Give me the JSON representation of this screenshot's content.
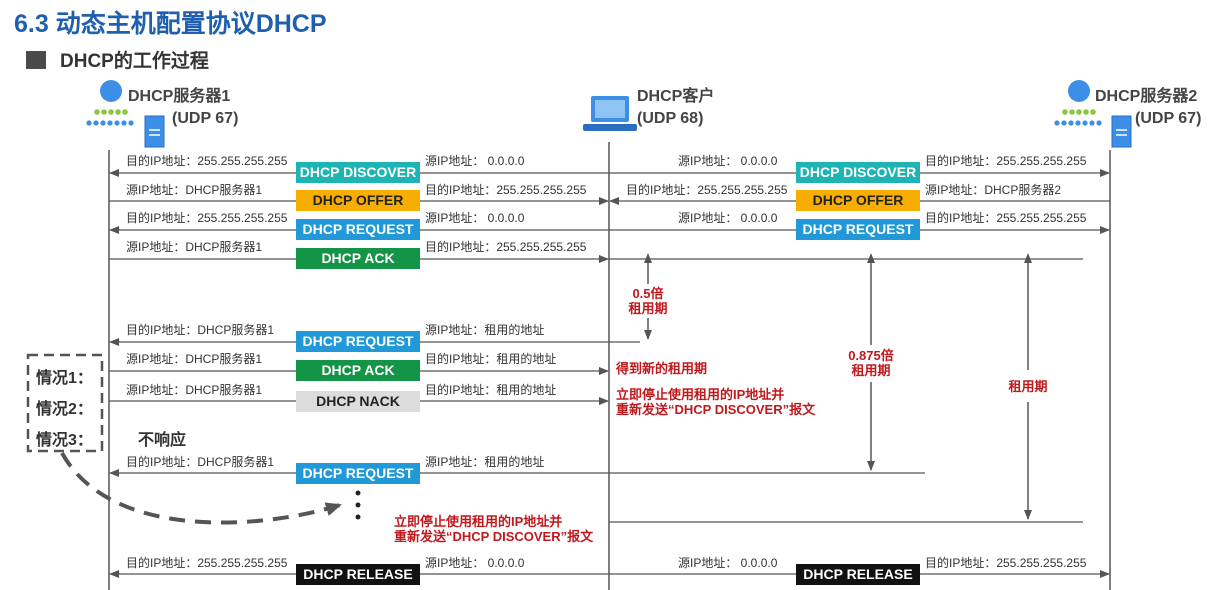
{
  "header": {
    "title": "6.3 动态主机配置协议DHCP",
    "subtitle": "DHCP的工作过程"
  },
  "entities": {
    "server1": {
      "name": "DHCP服务器1",
      "port": "(UDP 67)"
    },
    "client": {
      "name": "DHCP客户",
      "port": "(UDP 68)"
    },
    "server2": {
      "name": "DHCP服务器2",
      "port": "(UDP 67)"
    }
  },
  "colors": {
    "discover": "#1fb4b4",
    "offer": "#f8ae00",
    "request": "#2199d9",
    "ack": "#139447",
    "nack": "#dcdcdc",
    "release": "#111111",
    "annotation": "#c0191d"
  },
  "messages": [
    {
      "label": "DHCP DISCOVER",
      "left": "目的IP地址：255.255.255.255",
      "right": "源IP地址：    0.0.0.0"
    },
    {
      "label": "DHCP OFFER",
      "left": "源IP地址：DHCP服务器1",
      "right": "目的IP地址：255.255.255.255"
    },
    {
      "label": "DHCP REQUEST",
      "left": "目的IP地址：255.255.255.255",
      "right": "源IP地址：    0.0.0.0"
    },
    {
      "label": "DHCP ACK",
      "left": "源IP地址：DHCP服务器1",
      "right": "目的IP地址：255.255.255.255"
    },
    {
      "label": "DHCP REQUEST",
      "left": "目的IP地址：DHCP服务器1",
      "right": "源IP地址：租用的地址"
    },
    {
      "label": "DHCP ACK",
      "left": "源IP地址：DHCP服务器1",
      "right": "目的IP地址：租用的地址"
    },
    {
      "label": "DHCP NACK",
      "left": "源IP地址：DHCP服务器1",
      "right": "目的IP地址：租用的地址"
    },
    {
      "label": "DHCP REQUEST",
      "left": "目的IP地址：DHCP服务器1",
      "right": "源IP地址：租用的地址"
    },
    {
      "label": "DHCP RELEASE",
      "left": "目的IP地址：255.255.255.255",
      "right": "源IP地址：    0.0.0.0"
    }
  ],
  "messages_right": [
    {
      "label": "DHCP DISCOVER",
      "left": "源IP地址：    0.0.0.0",
      "right": "目的IP地址：255.255.255.255"
    },
    {
      "label": "DHCP OFFER",
      "left": "目的IP地址：255.255.255.255",
      "right": "源IP地址：DHCP服务器2"
    },
    {
      "label": "DHCP REQUEST",
      "left": "源IP地址：    0.0.0.0",
      "right": "目的IP地址：255.255.255.255"
    },
    {
      "label": "DHCP RELEASE",
      "left": "源IP地址：    0.0.0.0",
      "right": "目的IP地址：255.255.255.255"
    }
  ],
  "annotations": {
    "half_lease": [
      "0.5倍",
      "租用期"
    ],
    "new_lease": "得到新的租用期",
    "stop_use_1": [
      "立即停止使用租用的IP地址并",
      "重新发送“DHCP DISCOVER”报文"
    ],
    "t2_lease": [
      "0.875倍",
      "租用期"
    ],
    "lease": "租用期",
    "no_response": "不响应",
    "stop_use_2": [
      "立即停止使用租用的IP地址并",
      "重新发送“DHCP DISCOVER”报文"
    ]
  },
  "cases": [
    "情况1：",
    "情况2：",
    "情况3："
  ]
}
